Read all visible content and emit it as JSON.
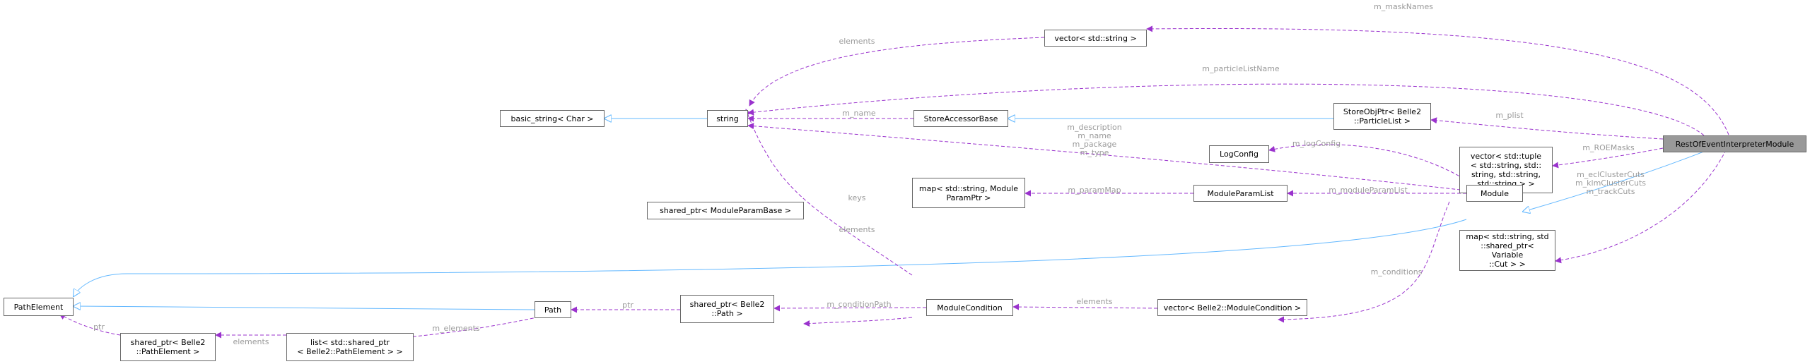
{
  "colors": {
    "inherit_edge": "#63b8ff",
    "usage_edge": "#9a32cd",
    "edge_label": "#9a9a9a",
    "node_border": "#666666",
    "main_node_fill": "#999999"
  },
  "nodes": {
    "rest_of_event": "RestOfEventInterpreterModule",
    "vector_string": "vector< std::string >",
    "string": "string",
    "basic_string": "basic_string< Char >",
    "store_accessor_base": "StoreAccessorBase",
    "store_obj_ptr": "StoreObjPtr< Belle2\n::ParticleList >",
    "log_config": "LogConfig",
    "vector_tuple": "vector< std::tuple\n< std::string, std::\nstring, std::string,\nstd::string > >",
    "module": "Module",
    "map_module_param": "map< std::string, Module\nParamPtr >",
    "shared_ptr_param_base": "shared_ptr< ModuleParamBase >",
    "module_param_list": "ModuleParamList",
    "map_variable_cut": "map< std::string, std\n::shared_ptr< Variable\n::Cut > >",
    "path_element": "PathElement",
    "path": "Path",
    "shared_ptr_path": "shared_ptr< Belle2\n::Path >",
    "module_condition": "ModuleCondition",
    "vector_module_condition": "vector< Belle2::ModuleCondition >",
    "list_shared_ptr": "list< std::shared_ptr\n< Belle2::PathElement > >",
    "shared_ptr_path_element": "shared_ptr< Belle2\n::PathElement >"
  },
  "edge_labels": {
    "mask_names": "m_maskNames",
    "elements_vector": "elements",
    "particle_list_name": "m_particleListName",
    "plist": "m_plist",
    "name": "m_name",
    "module_string_members": "m_description\nm_name\nm_package\nm_type",
    "log_config": "m_logConfig",
    "roe_masks": "m_ROEMasks",
    "keys": "keys",
    "elements_map": "elements",
    "param_map": "m_paramMap",
    "module_param_list": "m_moduleParamList",
    "cuts": "m_eclClusterCuts\nm_klmClusterCuts\nm_trackCuts",
    "conditions": "m_conditions",
    "condition_path": "m_conditionPath",
    "elements_conditions": "elements",
    "ptr_path": "ptr",
    "m_elements": "m_elements",
    "elements_list": "elements",
    "ptr_element": "ptr"
  }
}
